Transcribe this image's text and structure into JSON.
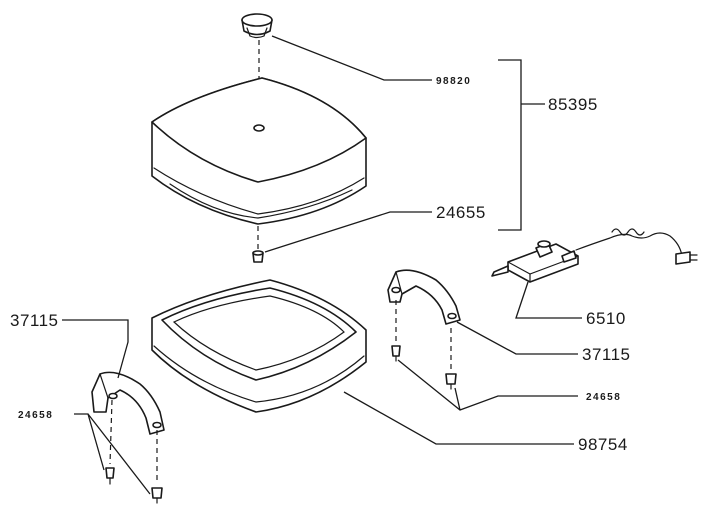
{
  "labels": {
    "knob": "98820",
    "assembly": "85395",
    "washer": "24655",
    "probe": "6510",
    "handle_right": "37115",
    "handle_left": "37115",
    "screws_left": "24658",
    "screws_right": "24658",
    "base": "98754"
  }
}
